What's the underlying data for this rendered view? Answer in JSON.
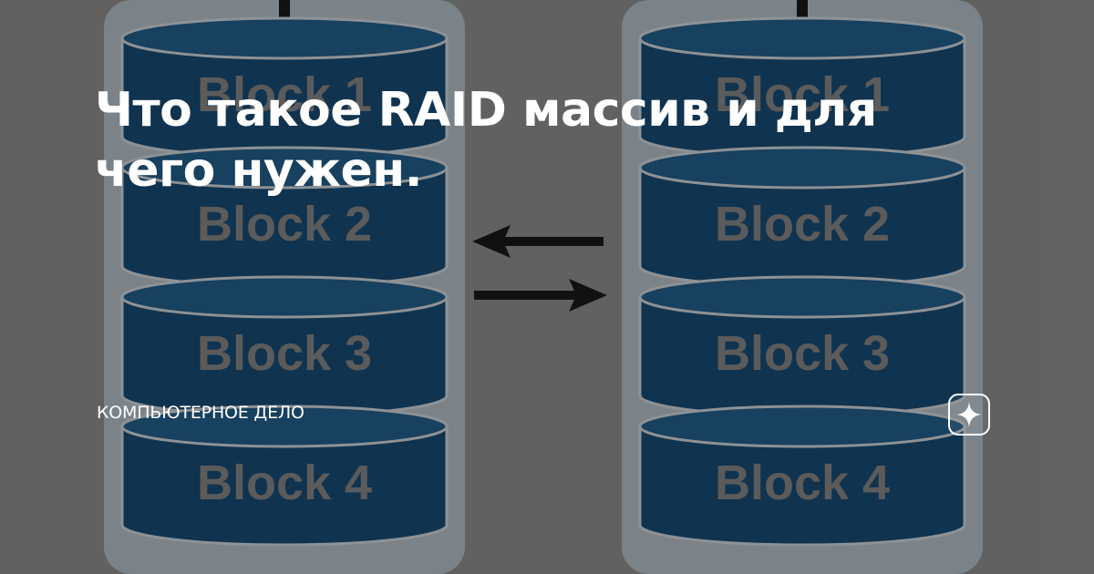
{
  "headline": {
    "line1": "Что такое RAID массив и для",
    "line2": "чего нужен."
  },
  "channel": {
    "name": "КОМПЬЮТЕРНОЕ ДЕЛО"
  },
  "illustration": {
    "left_stack": [
      "Block 1",
      "Block 2",
      "Block 3",
      "Block 4"
    ],
    "right_stack": [
      "Block 1",
      "Block 2",
      "Block 3",
      "Block 4"
    ],
    "disk_color": "#0f4b7a",
    "disk_top_color": "#1d6196",
    "label_color": "#8f8f8f",
    "arrow_color": "#111111"
  },
  "badge": {
    "icon": "zen-star-icon"
  }
}
